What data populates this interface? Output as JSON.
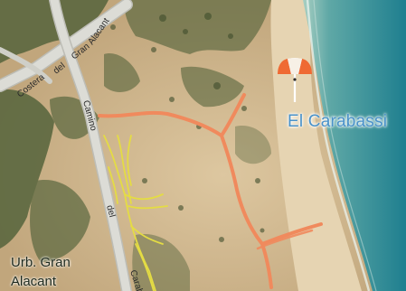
{
  "map": {
    "place_label": "El Carabassi",
    "marker_icon": "beach-umbrella-icon",
    "road_labels": [
      "Costera",
      "del",
      "Gran",
      "Alacant",
      "Camino",
      "del",
      "Carab"
    ],
    "district_label": [
      "Urb. Gran",
      "Alacant"
    ],
    "colors": {
      "land": "#cdb48c",
      "vegetation": "#54623a",
      "sea_near": "#8fc0b4",
      "sea_far": "#1f7f8f",
      "road": "#d8d8d2",
      "trail_primary": "#f08a5d",
      "trail_secondary": "#e8e04c",
      "place_label": "#4a92c9",
      "umbrella": "#ef6a33"
    }
  }
}
